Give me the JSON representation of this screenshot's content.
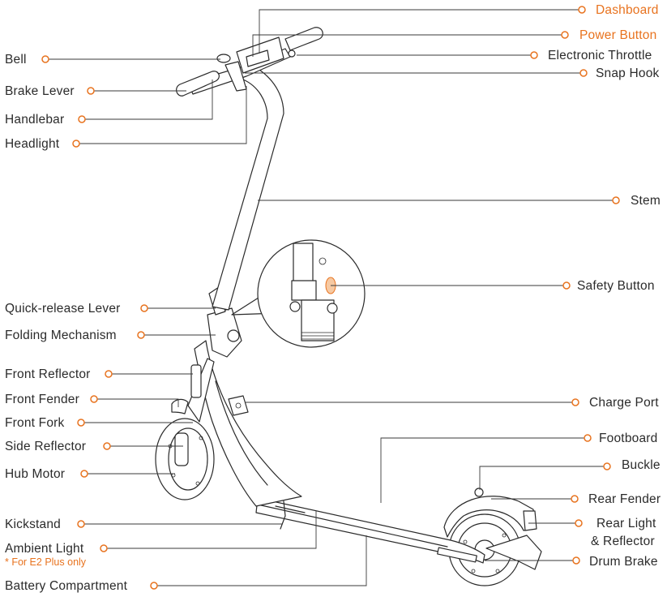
{
  "labels_left": {
    "bell": "Bell",
    "brake_lever": "Brake Lever",
    "handlebar": "Handlebar",
    "headlight": "Headlight",
    "quick_release_lever": "Quick-release Lever",
    "folding_mechanism": "Folding Mechanism",
    "front_reflector": "Front Reflector",
    "front_fender": "Front Fender",
    "front_fork": "Front Fork",
    "side_reflector": "Side Reflector",
    "hub_motor": "Hub Motor",
    "kickstand": "Kickstand",
    "ambient_light": "Ambient Light",
    "ambient_light_note": "* For E2 Plus only",
    "battery_compartment": "Battery Compartment"
  },
  "labels_right": {
    "dashboard": "Dashboard",
    "power_button": "Power Button",
    "electronic_throttle": "Electronic Throttle",
    "snap_hook": "Snap Hook",
    "stem": "Stem",
    "safety_button": "Safety Button",
    "charge_port": "Charge Port",
    "footboard": "Footboard",
    "buckle": "Buckle",
    "rear_fender": "Rear Fender",
    "rear_light_line1": "Rear Light",
    "rear_light_line2": "& Reflector",
    "drum_brake": "Drum Brake"
  },
  "colors": {
    "accent": "#e8731f",
    "text": "#2b2b2b",
    "line": "#3a3a3a"
  }
}
